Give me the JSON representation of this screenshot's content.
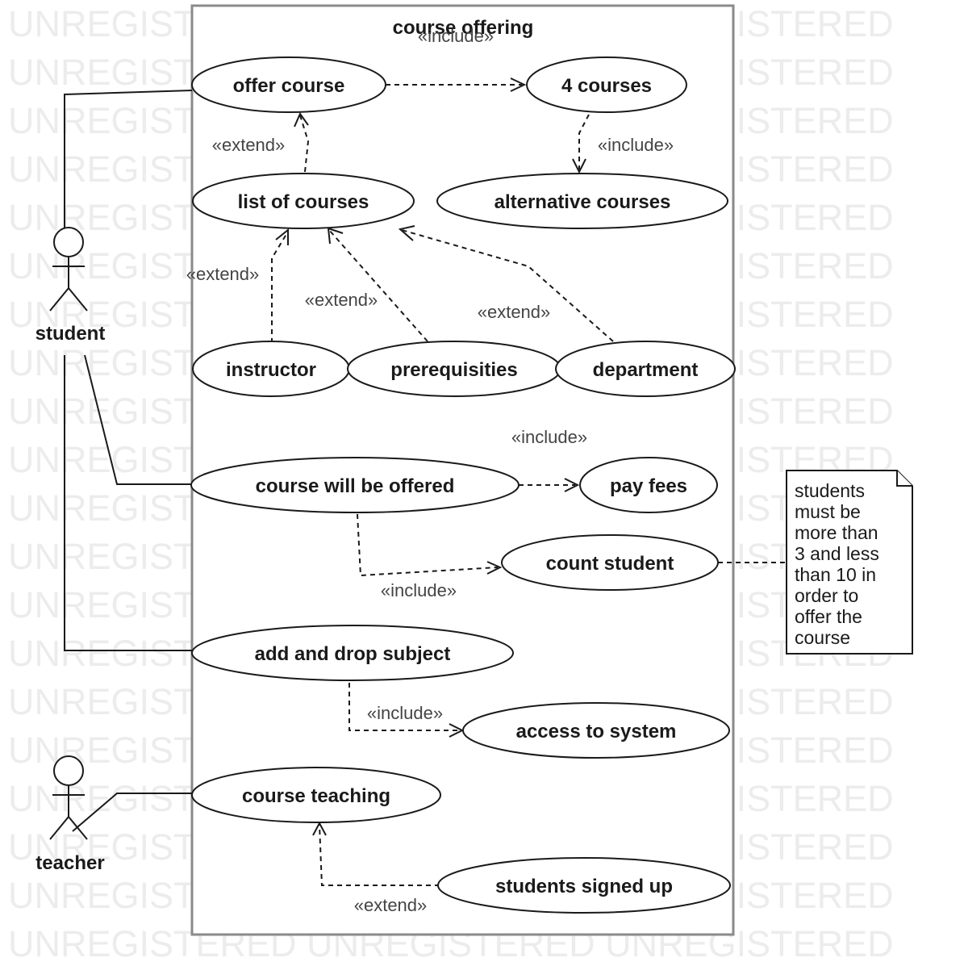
{
  "watermark": {
    "rows": [
      "UNREGISTERED UNREGISTERED UNREGISTERED",
      "UNREGISTERED UNREGISTERED UNREGISTERED",
      "UNREGISTERED UNREGISTERED UNREGISTERED",
      "UNREGISTERED UNREGISTERED UNREGISTERED",
      "UNREGISTERED UNREGISTERED UNREGISTERED",
      "UNREGISTERED UNREGISTERED UNREGISTERED",
      "UNREGISTERED UNREGISTERED UNREGISTERED",
      "UNREGISTERED UNREGISTERED UNREGISTERED",
      "UNREGISTERED UNREGISTERED UNREGISTERED",
      "UNREGISTERED UNREGISTERED UNREGISTERED",
      "UNREGISTERED UNREGISTERED UNREGISTERED",
      "UNREGISTERED UNREGISTERED UNREGISTERED",
      "UNREGISTERED UNREGISTERED UNREGISTERED",
      "UNREGISTERED UNREGISTERED UNREGISTERED",
      "UNREGISTERED UNREGISTERED UNREGISTERED",
      "UNREGISTERED UNREGISTERED UNREGISTERED",
      "UNREGISTERED UNREGISTERED UNREGISTERED",
      "UNREGISTERED UNREGISTERED UNREGISTERED",
      "UNREGISTERED UNREGISTERED UNREGISTERED",
      "UNREGISTERED UNREGISTERED UNREGISTERED"
    ]
  },
  "system": {
    "title": "course offering"
  },
  "actors": {
    "student": "student",
    "teacher": "teacher"
  },
  "use_cases": {
    "offer_course": "offer course",
    "four_courses": "4 courses",
    "list_of_courses": "list of courses",
    "alternative_courses": "alternative courses",
    "instructor": "instructor",
    "prerequisities": "prerequisities",
    "department": "department",
    "course_will_be_offered": "course will be offered",
    "pay_fees": "pay fees",
    "count_student": "count student",
    "add_and_drop_subject": "add and drop subject",
    "access_to_system": "access to system",
    "course_teaching": "course teaching",
    "students_signed_up": "students signed up"
  },
  "relationships": {
    "offer_to_4courses": "«include»",
    "courses_to_alternative": "«include»",
    "list_to_offer": "«extend»",
    "instructor_to_list": "«extend»",
    "prereq_to_list": "«extend»",
    "department_to_list": "«extend»",
    "offered_to_fees": "«include»",
    "offered_to_count": "«include»",
    "adddrop_to_access": "«include»",
    "signedup_to_teaching": "«extend»"
  },
  "note": {
    "lines": [
      "students",
      "must be",
      "more than",
      "3 and less",
      "than 10 in",
      "order to",
      "offer the",
      "course"
    ]
  }
}
